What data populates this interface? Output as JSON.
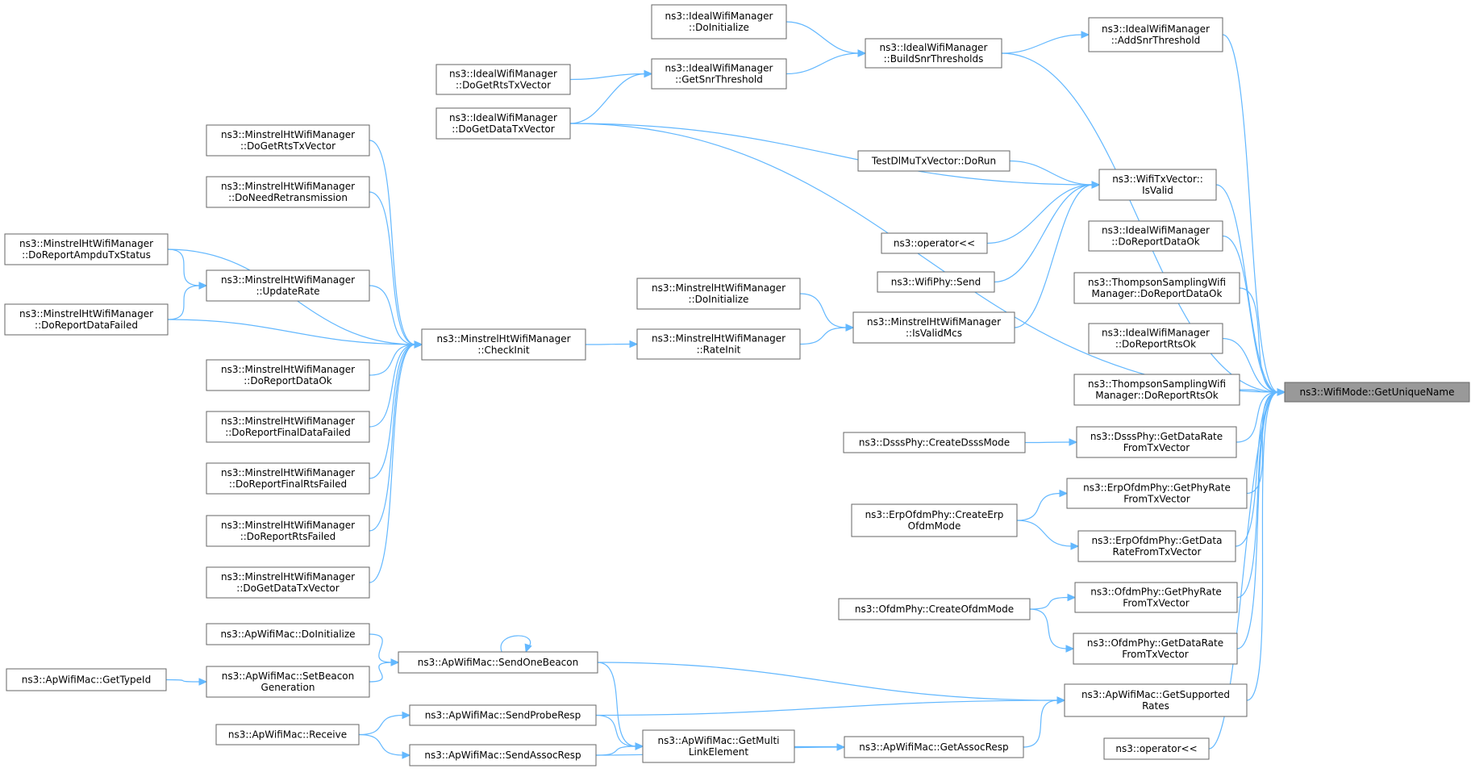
{
  "graph": {
    "colors": {
      "edge": "#63b8ff",
      "node_border": "#666666",
      "root_fill": "#999999",
      "background": "#ffffff"
    },
    "root": {
      "id": "root",
      "lines": [
        "ns3::WifiMode::GetUniqueName"
      ]
    },
    "nodes": [
      {
        "id": "addSnr",
        "lines": [
          "ns3::IdealWifiManager",
          "::AddSnrThreshold"
        ]
      },
      {
        "id": "buildSnr",
        "lines": [
          "ns3::IdealWifiManager",
          "::BuildSnrThresholds"
        ]
      },
      {
        "id": "idealInit",
        "lines": [
          "ns3::IdealWifiManager",
          "::DoInitialize"
        ]
      },
      {
        "id": "getSnrTh",
        "lines": [
          "ns3::IdealWifiManager",
          "::GetSnrThreshold"
        ]
      },
      {
        "id": "idealRts",
        "lines": [
          "ns3::IdealWifiManager",
          "::DoGetRtsTxVector"
        ]
      },
      {
        "id": "idealData",
        "lines": [
          "ns3::IdealWifiManager",
          "::DoGetDataTxVector"
        ]
      },
      {
        "id": "testDl",
        "lines": [
          "TestDlMuTxVector::DoRun"
        ]
      },
      {
        "id": "isValid",
        "lines": [
          "ns3::WifiTxVector::",
          "IsValid"
        ]
      },
      {
        "id": "opLt1",
        "lines": [
          "ns3::operator<<"
        ]
      },
      {
        "id": "phySend",
        "lines": [
          "ns3::WifiPhy::Send"
        ]
      },
      {
        "id": "isValidMcs",
        "lines": [
          "ns3::MinstrelHtWifiManager",
          "::IsValidMcs"
        ]
      },
      {
        "id": "mhInit",
        "lines": [
          "ns3::MinstrelHtWifiManager",
          "::DoInitialize"
        ]
      },
      {
        "id": "rateInit",
        "lines": [
          "ns3::MinstrelHtWifiManager",
          "::RateInit"
        ]
      },
      {
        "id": "checkInit",
        "lines": [
          "ns3::MinstrelHtWifiManager",
          "::CheckInit"
        ]
      },
      {
        "id": "mhRts",
        "lines": [
          "ns3::MinstrelHtWifiManager",
          "::DoGetRtsTxVector"
        ]
      },
      {
        "id": "mhRetx",
        "lines": [
          "ns3::MinstrelHtWifiManager",
          "::DoNeedRetransmission"
        ]
      },
      {
        "id": "mhAmpdu",
        "lines": [
          "ns3::MinstrelHtWifiManager",
          "::DoReportAmpduTxStatus"
        ]
      },
      {
        "id": "mhUpdate",
        "lines": [
          "ns3::MinstrelHtWifiManager",
          "::UpdateRate"
        ]
      },
      {
        "id": "mhDataFail",
        "lines": [
          "ns3::MinstrelHtWifiManager",
          "::DoReportDataFailed"
        ]
      },
      {
        "id": "mhDataOk",
        "lines": [
          "ns3::MinstrelHtWifiManager",
          "::DoReportDataOk"
        ]
      },
      {
        "id": "mhFinalData",
        "lines": [
          "ns3::MinstrelHtWifiManager",
          "::DoReportFinalDataFailed"
        ]
      },
      {
        "id": "mhFinalRts",
        "lines": [
          "ns3::MinstrelHtWifiManager",
          "::DoReportFinalRtsFailed"
        ]
      },
      {
        "id": "mhRtsFail",
        "lines": [
          "ns3::MinstrelHtWifiManager",
          "::DoReportRtsFailed"
        ]
      },
      {
        "id": "mhDataTx",
        "lines": [
          "ns3::MinstrelHtWifiManager",
          "::DoGetDataTxVector"
        ]
      },
      {
        "id": "idealDataOk",
        "lines": [
          "ns3::IdealWifiManager",
          "::DoReportDataOk"
        ]
      },
      {
        "id": "tsDataOk",
        "lines": [
          "ns3::ThompsonSamplingWifi",
          "Manager::DoReportDataOk"
        ]
      },
      {
        "id": "idealRtsOk",
        "lines": [
          "ns3::IdealWifiManager",
          "::DoReportRtsOk"
        ]
      },
      {
        "id": "tsRtsOk",
        "lines": [
          "ns3::ThompsonSamplingWifi",
          "Manager::DoReportRtsOk"
        ]
      },
      {
        "id": "dsssCreate",
        "lines": [
          "ns3::DsssPhy::CreateDsssMode"
        ]
      },
      {
        "id": "dsssRate",
        "lines": [
          "ns3::DsssPhy::GetDataRate",
          "FromTxVector"
        ]
      },
      {
        "id": "erpCreate",
        "lines": [
          "ns3::ErpOfdmPhy::CreateErp",
          "OfdmMode"
        ]
      },
      {
        "id": "erpPhyRate",
        "lines": [
          "ns3::ErpOfdmPhy::GetPhyRate",
          "FromTxVector"
        ]
      },
      {
        "id": "erpDataRate",
        "lines": [
          "ns3::ErpOfdmPhy::GetData",
          "RateFromTxVector"
        ]
      },
      {
        "id": "ofdmCreate",
        "lines": [
          "ns3::OfdmPhy::CreateOfdmMode"
        ]
      },
      {
        "id": "ofdmPhyRate",
        "lines": [
          "ns3::OfdmPhy::GetPhyRate",
          "FromTxVector"
        ]
      },
      {
        "id": "ofdmDataRate",
        "lines": [
          "ns3::OfdmPhy::GetDataRate",
          "FromTxVector"
        ]
      },
      {
        "id": "apInit",
        "lines": [
          "ns3::ApWifiMac::DoInitialize"
        ]
      },
      {
        "id": "apBeacon",
        "lines": [
          "ns3::ApWifiMac::SendOneBeacon"
        ]
      },
      {
        "id": "apTypeId",
        "lines": [
          "ns3::ApWifiMac::GetTypeId"
        ]
      },
      {
        "id": "apSetBeacon",
        "lines": [
          "ns3::ApWifiMac::SetBeacon",
          "Generation"
        ]
      },
      {
        "id": "apProbe",
        "lines": [
          "ns3::ApWifiMac::SendProbeResp"
        ]
      },
      {
        "id": "apReceive",
        "lines": [
          "ns3::ApWifiMac::Receive"
        ]
      },
      {
        "id": "apAssocSend",
        "lines": [
          "ns3::ApWifiMac::SendAssocResp"
        ]
      },
      {
        "id": "apMulti",
        "lines": [
          "ns3::ApWifiMac::GetMulti",
          "LinkElement"
        ]
      },
      {
        "id": "apAssocResp",
        "lines": [
          "ns3::ApWifiMac::GetAssocResp"
        ]
      },
      {
        "id": "apSupported",
        "lines": [
          "ns3::ApWifiMac::GetSupported",
          "Rates"
        ]
      },
      {
        "id": "opLt2",
        "lines": [
          "ns3::operator<<"
        ]
      }
    ],
    "edges": [
      [
        "addSnr",
        "root"
      ],
      [
        "buildSnr",
        "root"
      ],
      [
        "idealData",
        "root"
      ],
      [
        "isValid",
        "root"
      ],
      [
        "idealDataOk",
        "root"
      ],
      [
        "tsDataOk",
        "root"
      ],
      [
        "idealRtsOk",
        "root"
      ],
      [
        "tsRtsOk",
        "root"
      ],
      [
        "dsssRate",
        "root"
      ],
      [
        "erpPhyRate",
        "root"
      ],
      [
        "erpDataRate",
        "root"
      ],
      [
        "ofdmPhyRate",
        "root"
      ],
      [
        "ofdmDataRate",
        "root"
      ],
      [
        "apSupported",
        "root"
      ],
      [
        "opLt2",
        "root"
      ],
      [
        "buildSnr",
        "addSnr"
      ],
      [
        "idealInit",
        "buildSnr"
      ],
      [
        "getSnrTh",
        "buildSnr"
      ],
      [
        "idealRts",
        "getSnrTh"
      ],
      [
        "idealData",
        "getSnrTh"
      ],
      [
        "idealData",
        "isValid"
      ],
      [
        "testDl",
        "isValid"
      ],
      [
        "opLt1",
        "isValid"
      ],
      [
        "phySend",
        "isValid"
      ],
      [
        "isValidMcs",
        "isValid"
      ],
      [
        "mhInit",
        "isValidMcs"
      ],
      [
        "rateInit",
        "isValidMcs"
      ],
      [
        "checkInit",
        "rateInit"
      ],
      [
        "mhRts",
        "checkInit"
      ],
      [
        "mhRetx",
        "checkInit"
      ],
      [
        "mhAmpdu",
        "checkInit"
      ],
      [
        "mhUpdate",
        "checkInit"
      ],
      [
        "mhDataFail",
        "checkInit"
      ],
      [
        "mhDataOk",
        "checkInit"
      ],
      [
        "mhFinalData",
        "checkInit"
      ],
      [
        "mhFinalRts",
        "checkInit"
      ],
      [
        "mhRtsFail",
        "checkInit"
      ],
      [
        "mhDataTx",
        "checkInit"
      ],
      [
        "mhAmpdu",
        "mhUpdate"
      ],
      [
        "mhDataFail",
        "mhUpdate"
      ],
      [
        "dsssCreate",
        "dsssRate"
      ],
      [
        "erpCreate",
        "erpPhyRate"
      ],
      [
        "erpCreate",
        "erpDataRate"
      ],
      [
        "ofdmCreate",
        "ofdmPhyRate"
      ],
      [
        "ofdmCreate",
        "ofdmDataRate"
      ],
      [
        "apBeacon",
        "apSupported"
      ],
      [
        "apProbe",
        "apSupported"
      ],
      [
        "apAssocResp",
        "apSupported"
      ],
      [
        "apInit",
        "apBeacon"
      ],
      [
        "apBeacon",
        "apBeacon"
      ],
      [
        "apSetBeacon",
        "apBeacon"
      ],
      [
        "apTypeId",
        "apSetBeacon"
      ],
      [
        "apBeacon",
        "apMulti"
      ],
      [
        "apProbe",
        "apMulti"
      ],
      [
        "apAssocSend",
        "apMulti"
      ],
      [
        "apAssocResp",
        "apMulti"
      ],
      [
        "apReceive",
        "apProbe"
      ],
      [
        "apReceive",
        "apAssocSend"
      ],
      [
        "apAssocSend",
        "apAssocResp"
      ]
    ]
  }
}
